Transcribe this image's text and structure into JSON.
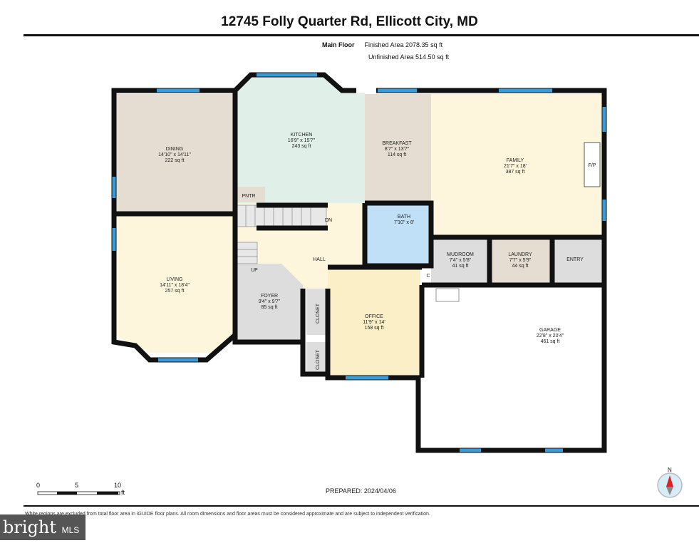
{
  "title": "12745 Folly Quarter Rd, Ellicott City, MD",
  "floor": {
    "name": "Main Floor",
    "finished": "Finished Area 2078.35 sq ft",
    "unfinished": "Unfinished Area 514.50 sq ft"
  },
  "rooms": {
    "dining": {
      "name": "DINING",
      "dim": "14'10\" x 14'11\"",
      "area": "222 sq ft"
    },
    "kitchen": {
      "name": "KITCHEN",
      "dim": "16'9\" x 15'7\"",
      "area": "243 sq ft"
    },
    "breakfast": {
      "name": "BREAKFAST",
      "dim": "8'7\" x 13'7\"",
      "area": "114 sq ft"
    },
    "family": {
      "name": "FAMILY",
      "dim": "21'7\" x 18'",
      "area": "387 sq ft"
    },
    "living": {
      "name": "LIVING",
      "dim": "14'11\" x 18'4\"",
      "area": "257 sq ft"
    },
    "bath": {
      "name": "BATH",
      "dim": "7'10\" x 8'"
    },
    "hall": {
      "name": "HALL"
    },
    "foyer": {
      "name": "FOYER",
      "dim": "9'4\" x 9'7\"",
      "area": "85 sq ft"
    },
    "office": {
      "name": "OFFICE",
      "dim": "11'9\" x 14'",
      "area": "158 sq ft"
    },
    "mudroom": {
      "name": "MUDROOM",
      "dim": "7'4\" x 5'8\"",
      "area": "41 sq ft"
    },
    "laundry": {
      "name": "LAUNDRY",
      "dim": "7'7\" x 5'9\"",
      "area": "44 sq ft"
    },
    "entry": {
      "name": "ENTRY"
    },
    "garage": {
      "name": "GARAGE",
      "dim": "22'8\" x 20'4\"",
      "area": "461 sq ft"
    },
    "pntr": "PNTR",
    "closet": "CLOSET",
    "closet2": "CLOSET",
    "c": "C",
    "fp": "F/P",
    "up": "UP",
    "dn": "DN"
  },
  "scale": {
    "t0": "0",
    "t5": "5",
    "t10": "10",
    "unit": "ft"
  },
  "compass": "N",
  "prepared": "PREPARED: 2024/04/06",
  "disclaimer": "White regions are excluded from total floor area in iGUIDE floor plans. All room dimensions and floor areas must be considered approximate and are subject to independent verification.",
  "logo": {
    "brand": "bright",
    "suffix": "MLS"
  }
}
